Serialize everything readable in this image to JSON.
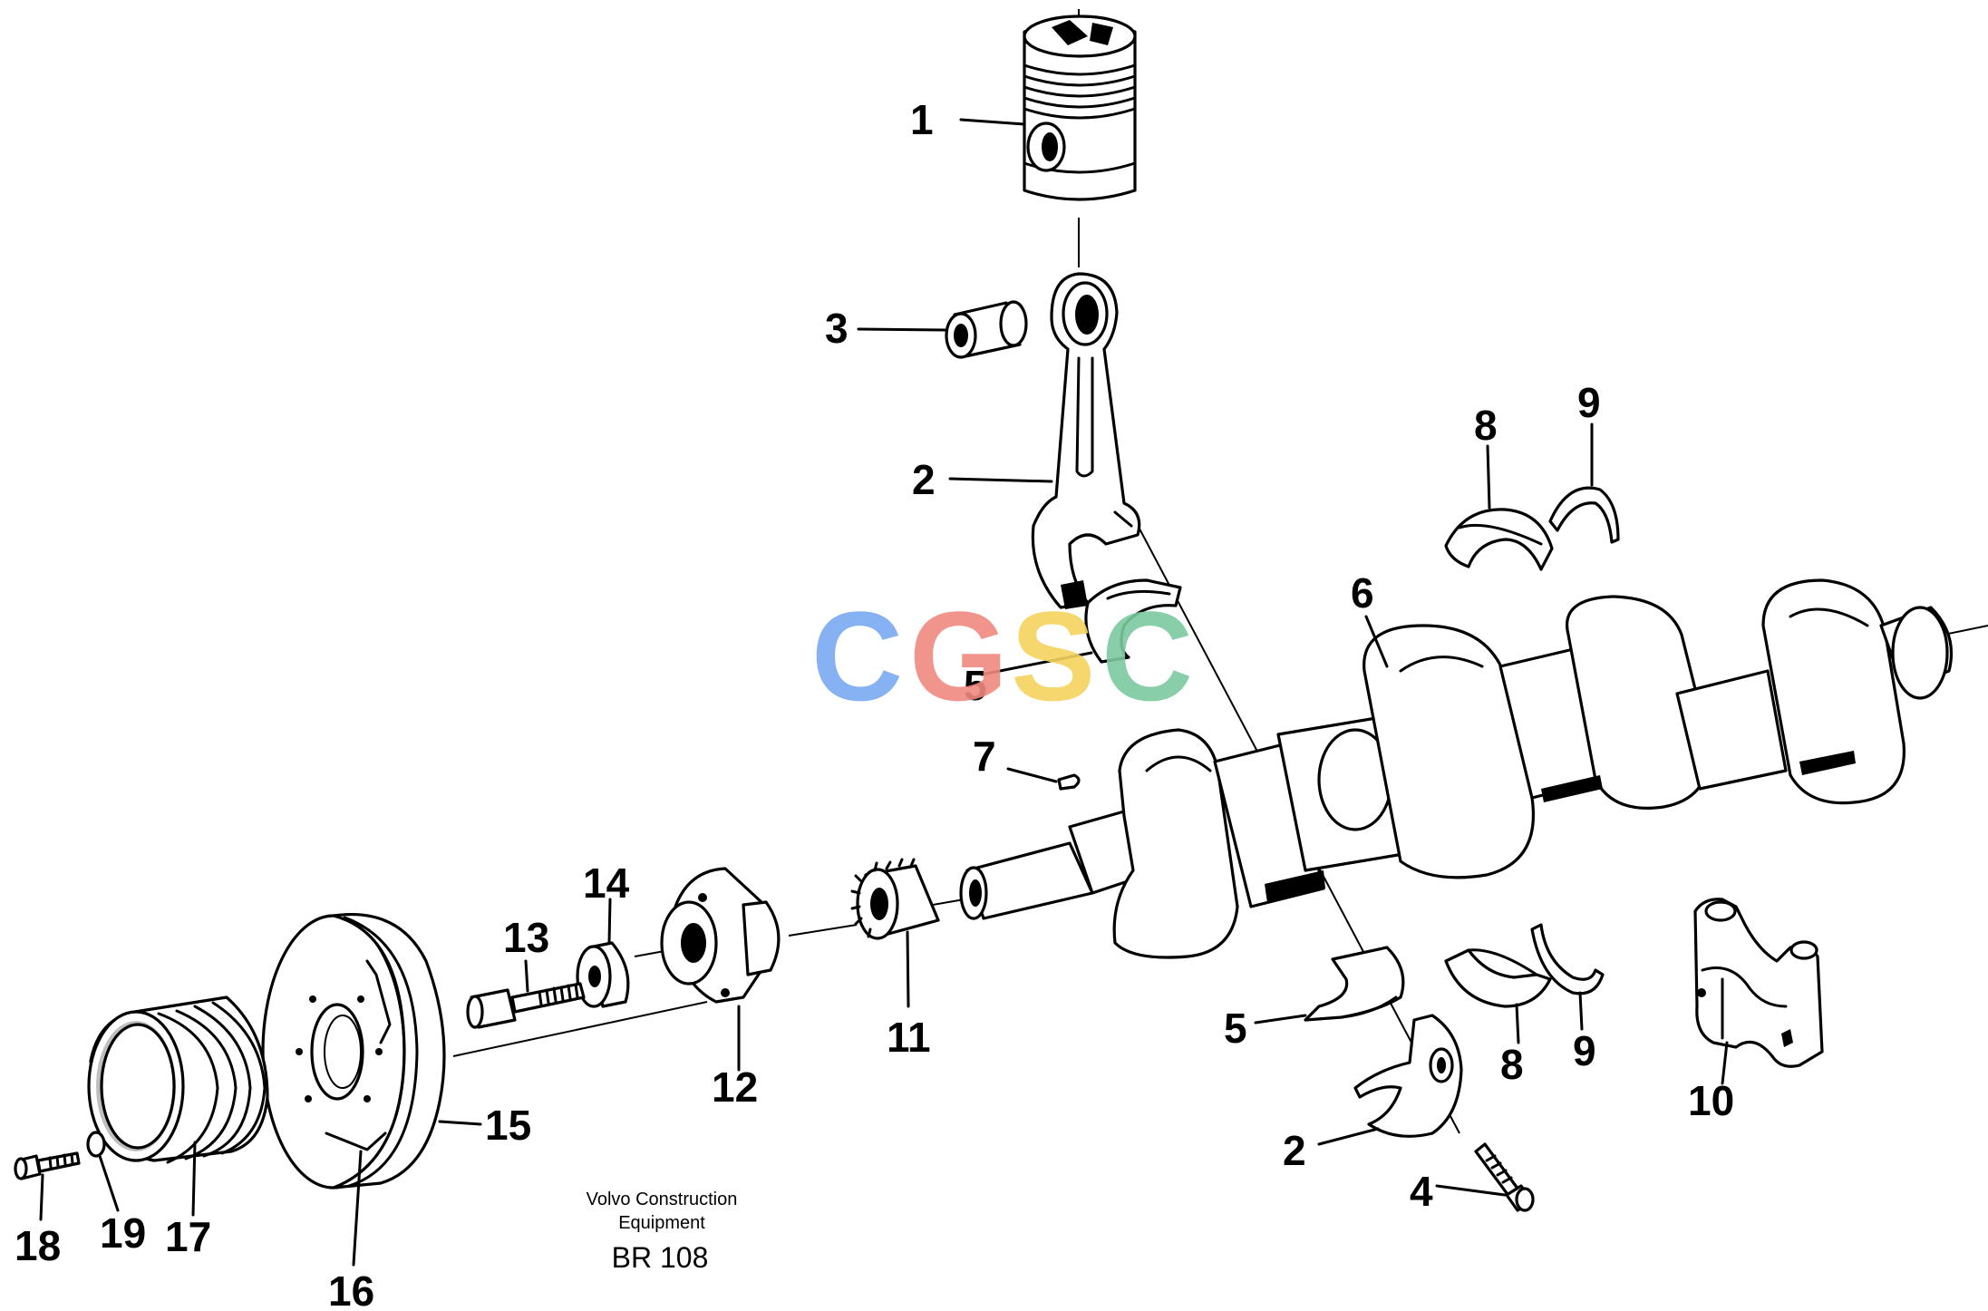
{
  "callouts": {
    "piston": "1",
    "connecting_rod": "2",
    "piston_pin_bushing": "3",
    "connecting_rod_cap": "2",
    "bolt": "4",
    "bearing_shell_upper": "5",
    "bearing_shell_lower": "5",
    "crankshaft": "6",
    "key": "7",
    "main_bearing_upper": "8",
    "main_bearing_lower": "8",
    "thrust_washer_upper": "9",
    "thrust_washer_lower": "9",
    "main_bearing_cap": "10",
    "crankshaft_gear": "11",
    "hub": "12",
    "hub_bolt": "13",
    "washer": "14",
    "vibration_damper": "15",
    "damper_mark": "16",
    "pulley": "17",
    "pulley_screw": "18",
    "pulley_washer": "19"
  },
  "caption": {
    "line1": "Volvo Construction",
    "line2": "Equipment",
    "code": "BR 108"
  },
  "watermark": {
    "letters": [
      "C",
      "G",
      "S",
      "C"
    ],
    "colors": [
      "#7aa9f2",
      "#f08a80",
      "#f4d35e",
      "#7cc9a0"
    ]
  }
}
